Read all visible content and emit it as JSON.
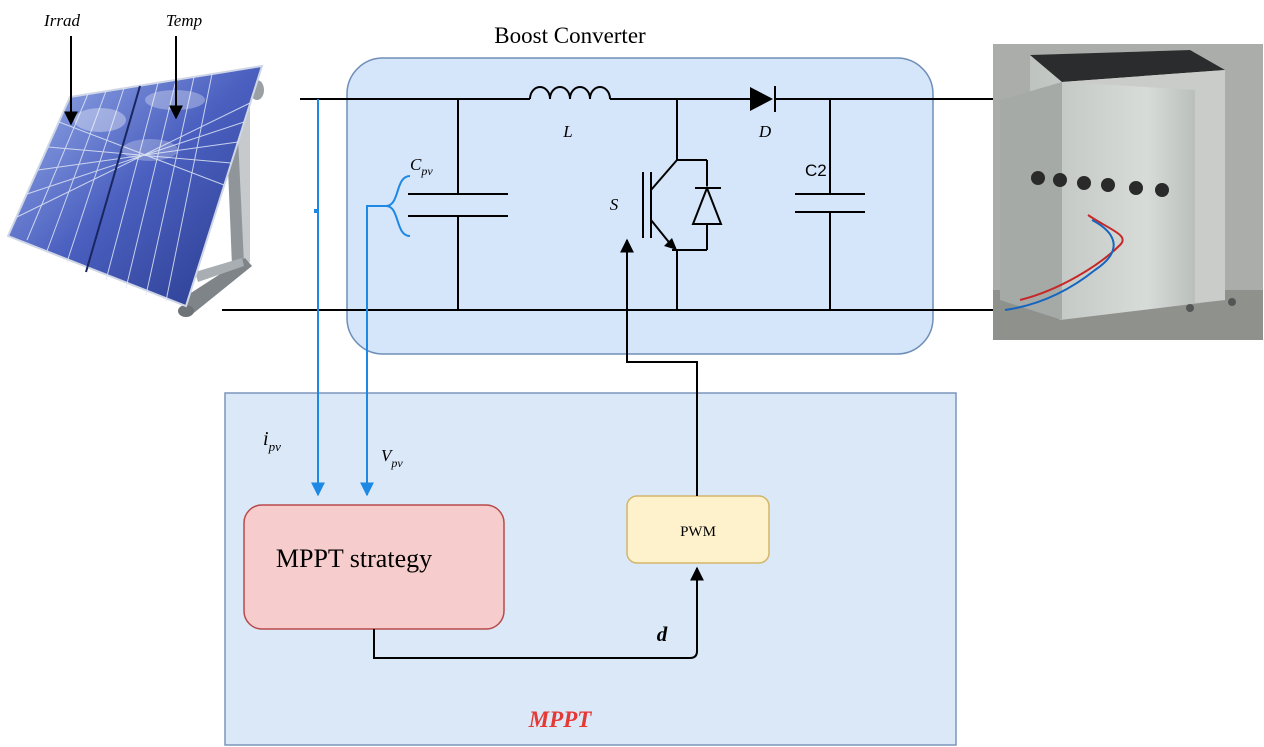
{
  "labels": {
    "irrad": "Irrad",
    "temp": "Temp",
    "boost_converter": "Boost Converter",
    "inductor": "L",
    "diode": "D",
    "cap_pv_main": "C",
    "cap_pv_sub": "pv",
    "cap_out": "C2",
    "switch": "S",
    "ipv_main": "i",
    "ipv_sub": "pv",
    "vpv_main": "V",
    "vpv_sub": "pv",
    "mppt_strategy": "MPPT strategy",
    "pwm": "PWM",
    "duty": "d",
    "mppt_block": "MPPT"
  },
  "colors": {
    "converter_fill": "#d6e6fa",
    "converter_stroke": "#6f8fb8",
    "mppt_fill": "#dbe8f8",
    "mppt_stroke": "#7b95bc",
    "strategy_fill": "#f6cccc",
    "strategy_stroke": "#b84a4a",
    "pwm_fill": "#fdf2cc",
    "pwm_stroke": "#d3b66a",
    "signal_blue": "#1e88e5",
    "mppt_title": "#e53935",
    "wire": "#000000"
  },
  "icons": {
    "solar_panel": "solar-panel-icon",
    "test_bench": "dc-load-cabinet-icon"
  }
}
